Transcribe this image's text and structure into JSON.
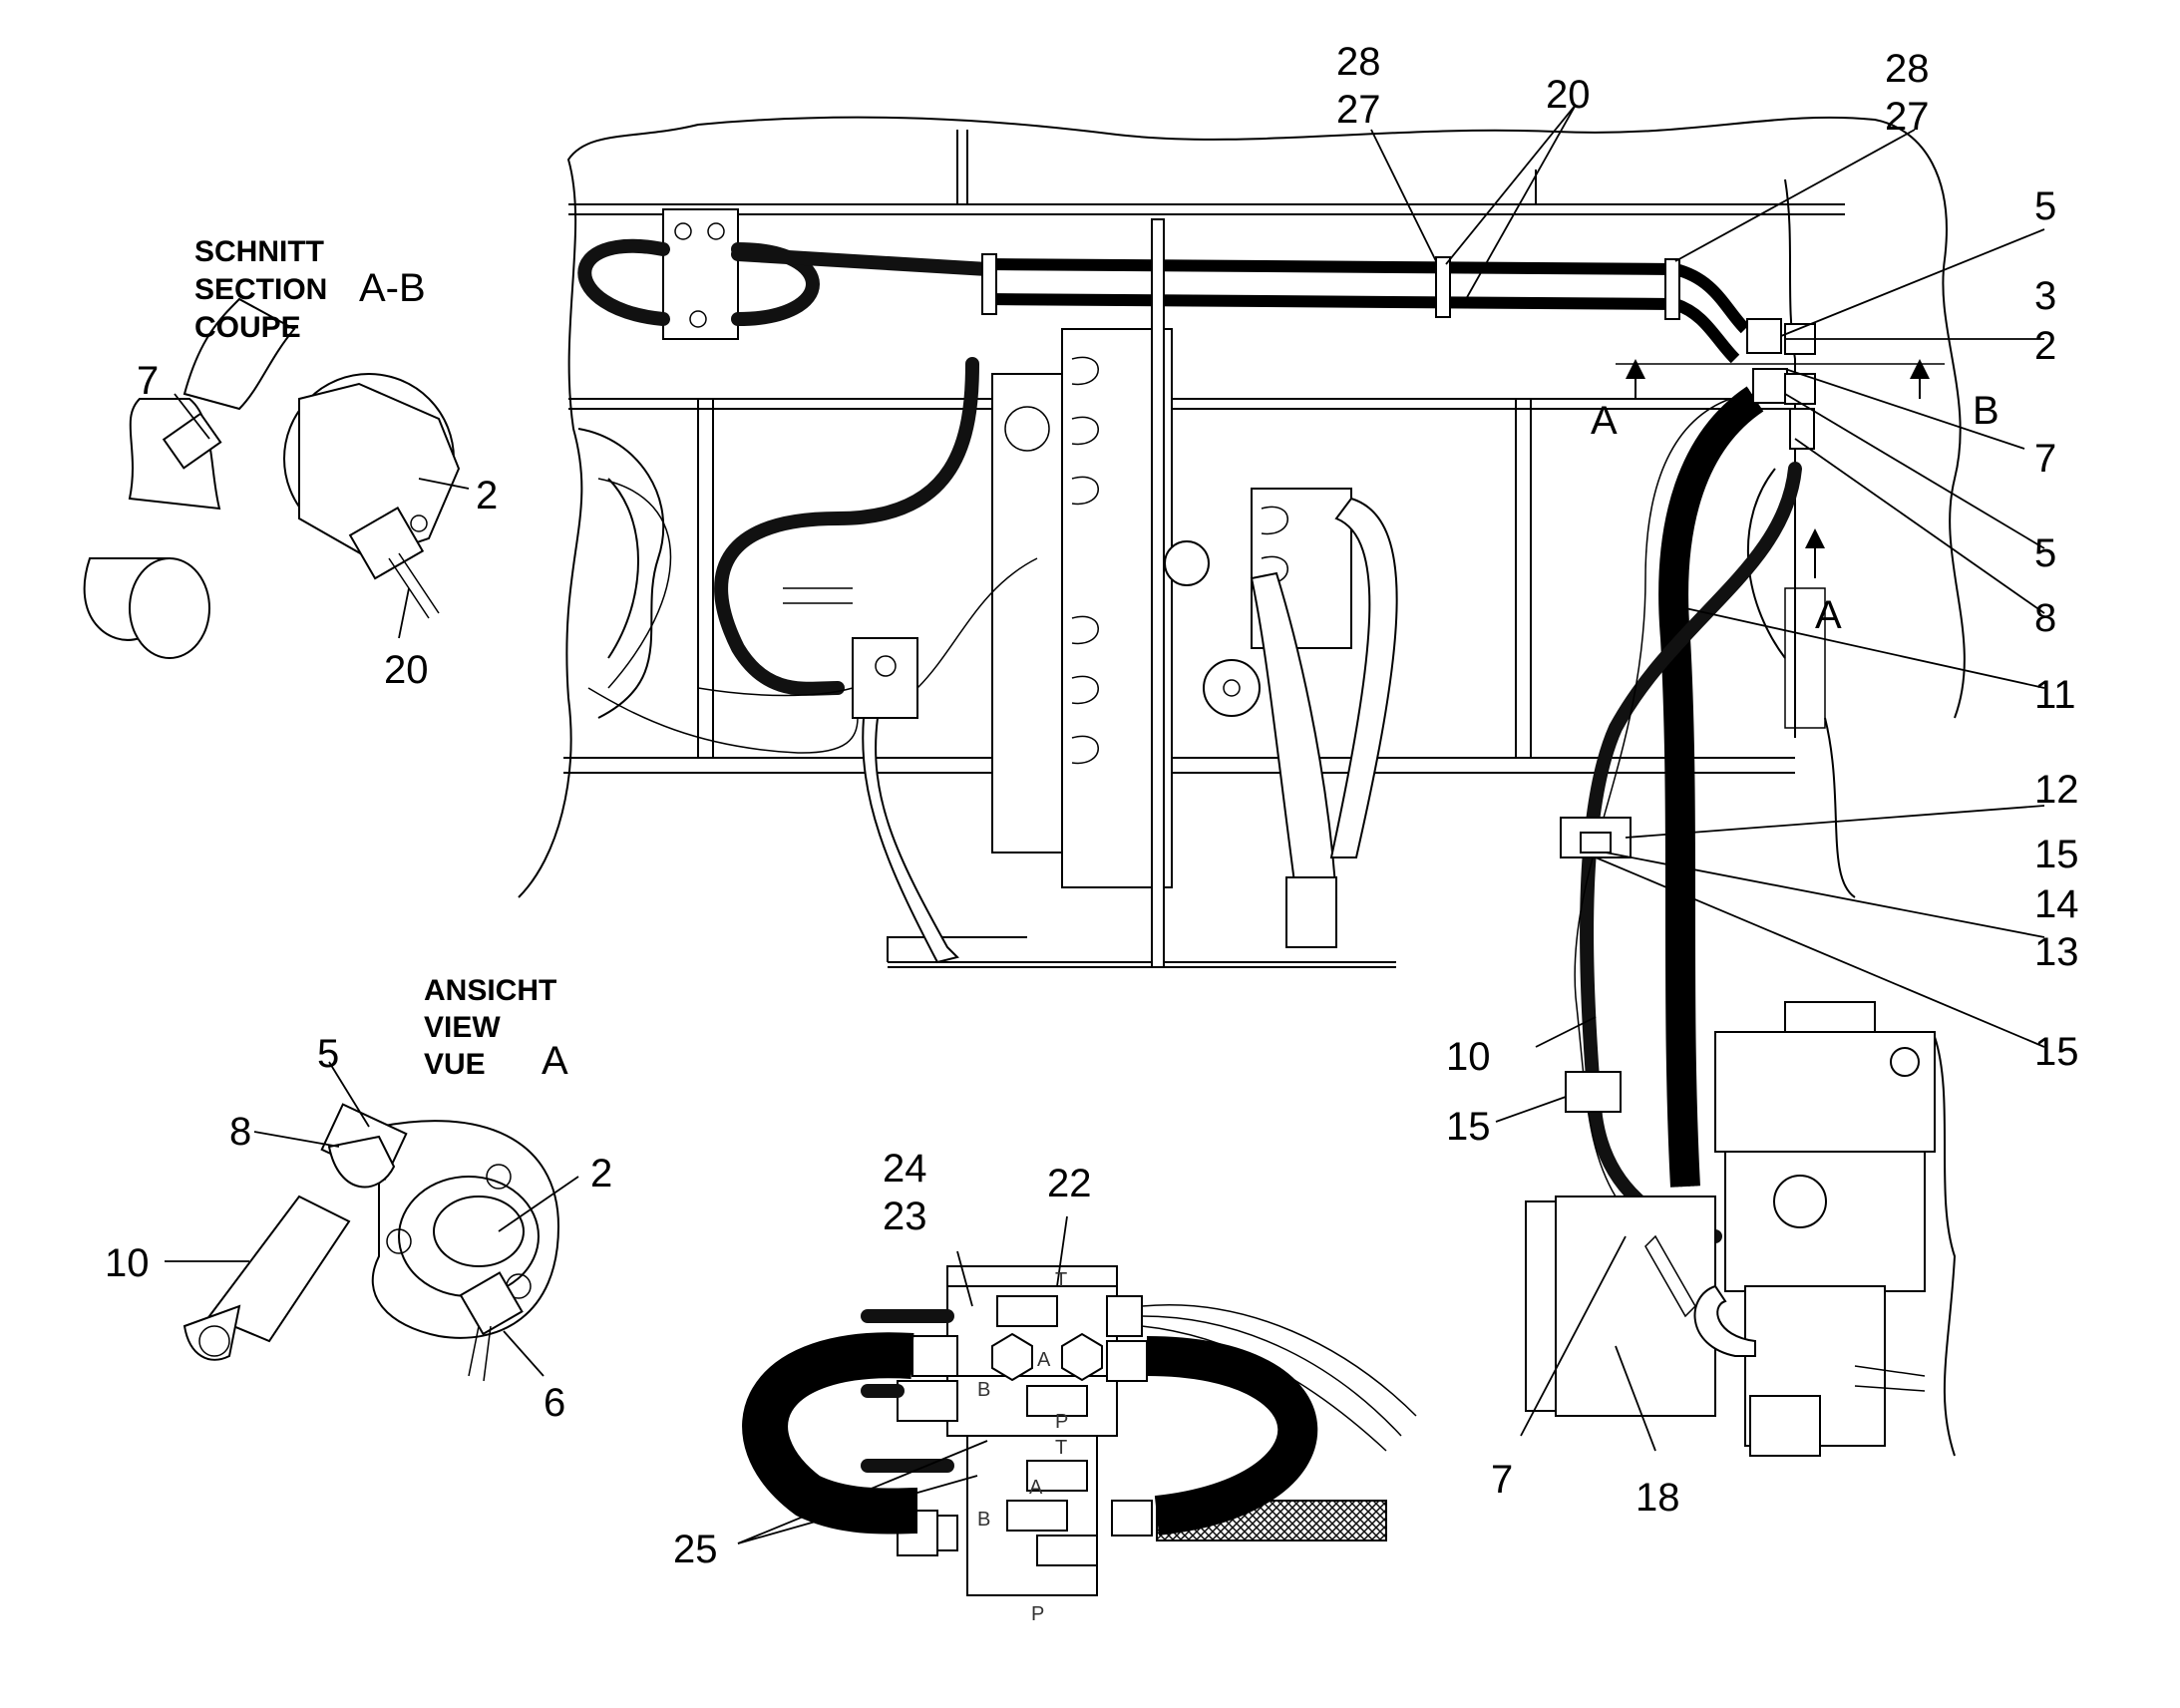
{
  "views": {
    "section_ab": {
      "heading_lines": [
        "SCHNITT",
        "SECTION",
        "COUPE"
      ],
      "letter": "A-B"
    },
    "view_a": {
      "heading_lines": [
        "ANSICHT",
        "VIEW",
        "VUE"
      ],
      "letter": "A"
    }
  },
  "section_markers": {
    "a_left": "A",
    "b_right": "B",
    "a_lower": "A"
  },
  "callouts": {
    "top_28a": "28",
    "top_27a": "27",
    "top_20": "20",
    "top_28b": "28",
    "top_27b": "27",
    "r_5a": "5",
    "r_3": "3",
    "r_2": "2",
    "r_7": "7",
    "r_5b": "5",
    "r_8": "8",
    "r_11": "11",
    "r_12": "12",
    "r_15a": "15",
    "r_14": "14",
    "r_13": "13",
    "r_15b": "15",
    "m_10": "10",
    "m_15": "15",
    "m_7": "7",
    "m_18": "18",
    "sab_7": "7",
    "sab_2": "2",
    "sab_20": "20",
    "va_5": "5",
    "va_8": "8",
    "va_2": "2",
    "va_10": "10",
    "va_6": "6",
    "v_24": "24",
    "v_23": "23",
    "v_22": "22",
    "v_25": "25"
  },
  "valve_port_letters": {
    "t_top": "T",
    "a_top": "A",
    "b_top": "B",
    "p_mid": "P",
    "t_mid": "T",
    "a_low": "A",
    "b_low": "B",
    "p_bottom": "P"
  }
}
